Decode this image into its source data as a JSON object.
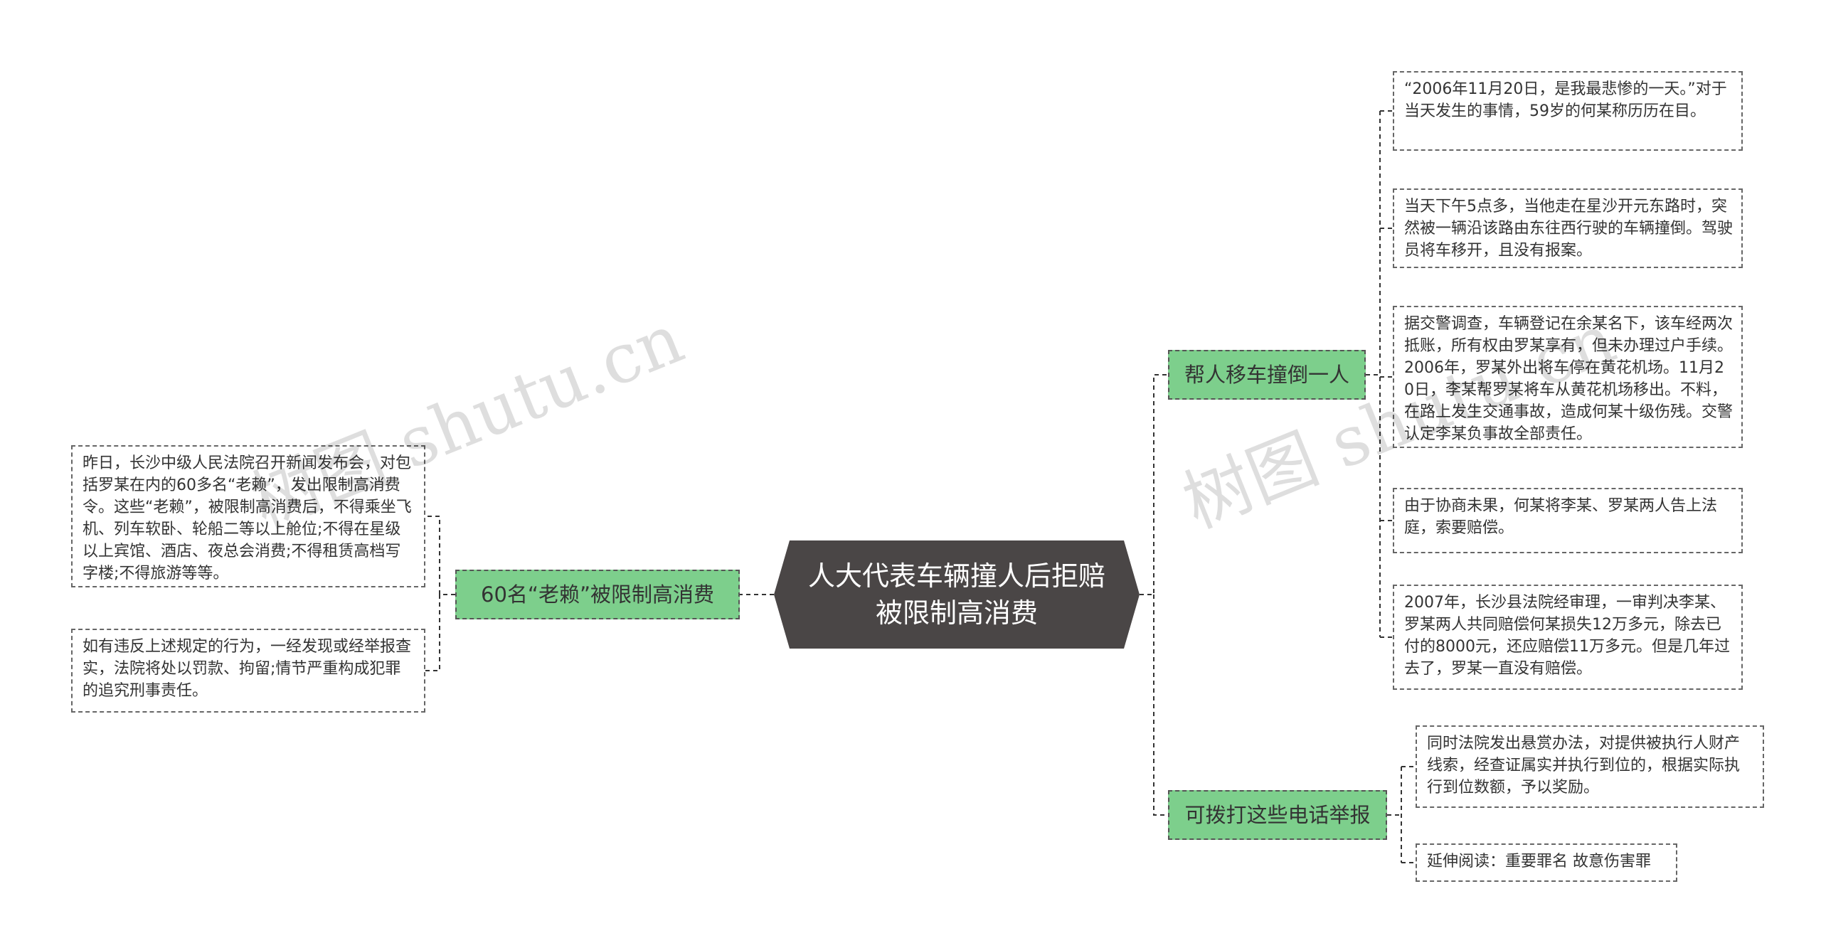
{
  "root": {
    "title": "人大代表车辆撞人后拒赔被限制高消费"
  },
  "branches": {
    "left": {
      "label": "60名“老赖”被限制高消费",
      "leaves": [
        "昨日，长沙中级人民法院召开新闻发布会，对包括罗某在内的60多名“老赖”，发出限制高消费令。这些“老赖”，被限制高消费后，不得乘坐飞机、列车软卧、轮船二等以上舱位;不得在星级以上宾馆、酒店、夜总会消费;不得租赁高档写字楼;不得旅游等等。",
        "如有违反上述规定的行为，一经发现或经举报查实，法院将处以罚款、拘留;情节严重构成犯罪的追究刑事责任。"
      ]
    },
    "right_top": {
      "label": "帮人移车撞倒一人",
      "leaves": [
        "“2006年11月20日，是我最悲惨的一天。”对于当天发生的事情，59岁的何某称历历在目。",
        "当天下午5点多，当他走在星沙开元东路时，突然被一辆沿该路由东往西行驶的车辆撞倒。驾驶员将车移开，且没有报案。",
        "据交警调查，车辆登记在余某名下，该车经两次抵账，所有权由罗某享有，但未办理过户手续。2006年，罗某外出将车停在黄花机场。11月20日，李某帮罗某将车从黄花机场移出。不料，在路上发生交通事故，造成何某十级伤残。交警认定李某负事故全部责任。",
        "由于协商未果，何某将李某、罗某两人告上法庭，索要赔偿。",
        "2007年，长沙县法院经审理，一审判决李某、罗某两人共同赔偿何某损失12万多元，除去已付的8000元，还应赔偿11万多元。但是几年过去了，罗某一直没有赔偿。"
      ]
    },
    "right_bottom": {
      "label": "可拨打这些电话举报",
      "leaves": [
        "同时法院发出悬赏办法，对提供被执行人财产线索，经查证属实并执行到位的，根据实际执行到位数额，予以奖励。",
        "延伸阅读：重要罪名 故意伤害罪"
      ]
    }
  },
  "watermarks": [
    "树图 shutu.cn",
    "树图 shutu.cn"
  ],
  "colors": {
    "root_bg": "#4a4646",
    "branch_bg": "#7dcf8c",
    "line": "#333333"
  }
}
